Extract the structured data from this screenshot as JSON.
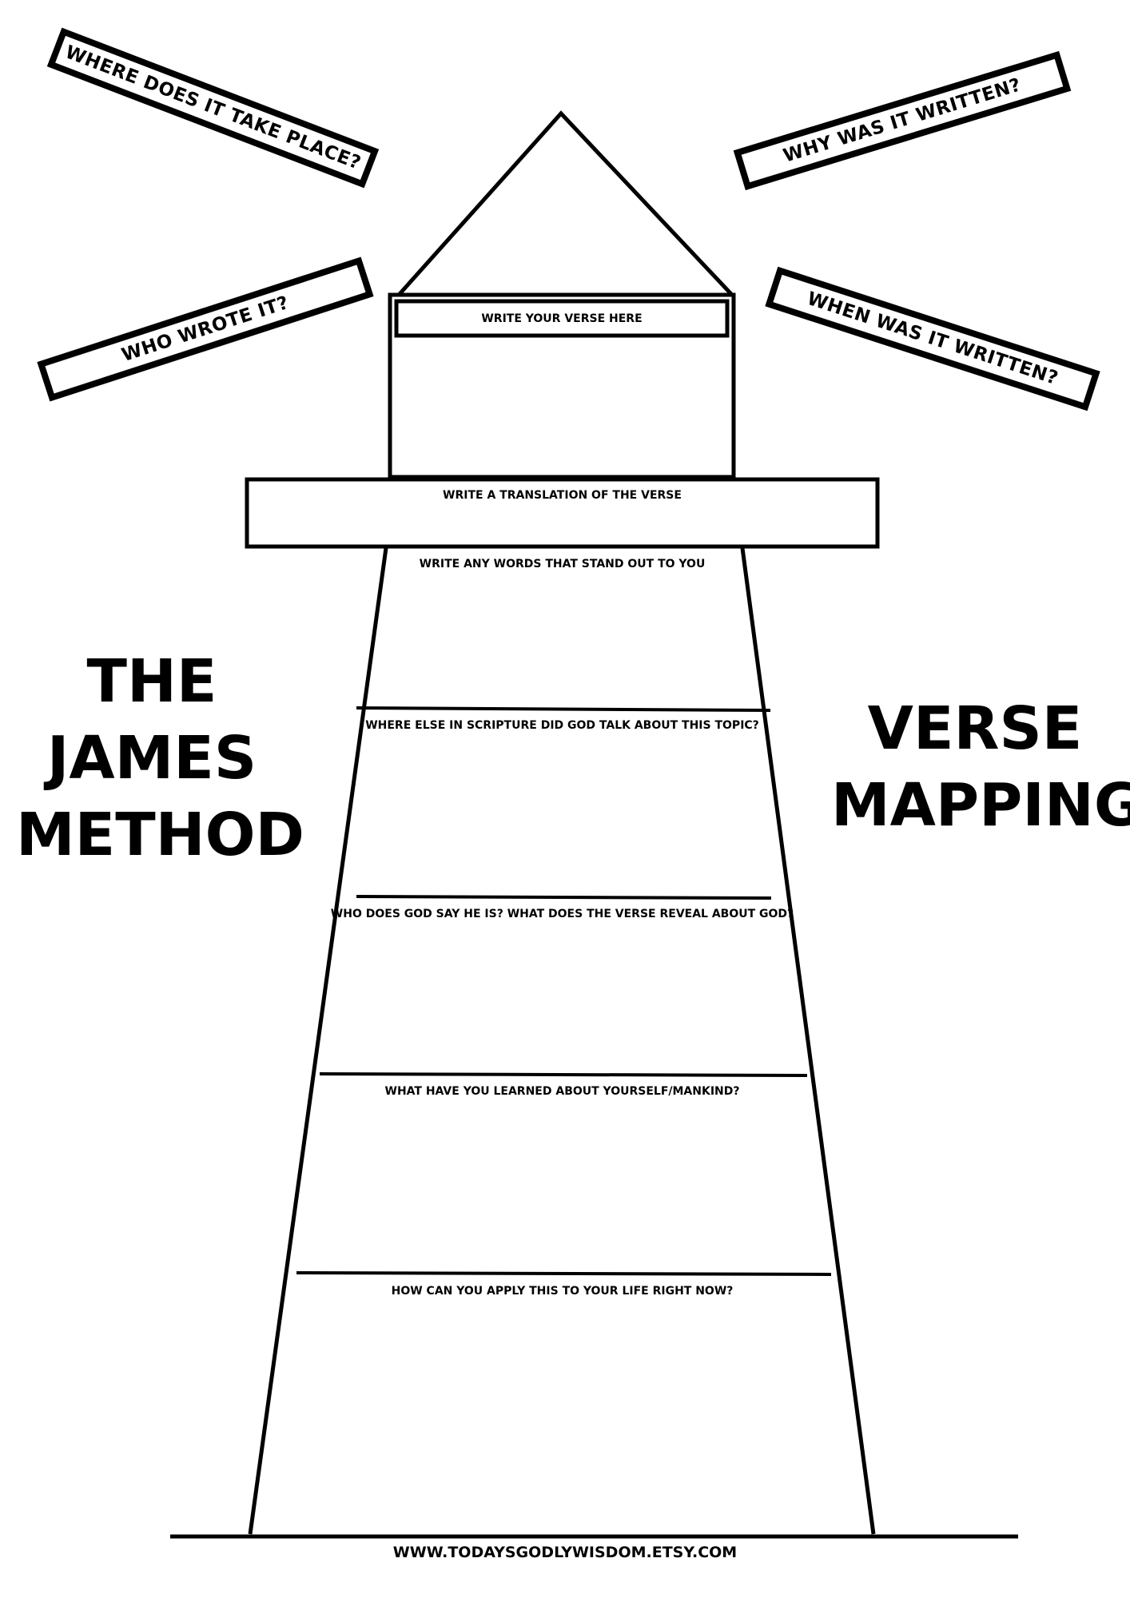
{
  "rays": {
    "where": "WHERE DOES IT TAKE PLACE?",
    "why": "WHY WAS IT WRITTEN?",
    "who": "WHO WROTE IT?",
    "when": "WHEN WAS IT WRITTEN?"
  },
  "sections": {
    "verse": "WRITE YOUR VERSE HERE",
    "translation": "WRITE A TRANSLATION  OF THE VERSE",
    "words": "WRITE ANY WORDS THAT STAND OUT TO YOU",
    "scripture": "WHERE ELSE IN SCRIPTURE DID GOD TALK ABOUT THIS TOPIC?",
    "god": "WHO DOES GOD SAY HE IS? WHAT DOES THE VERSE REVEAL ABOUT GOD?",
    "learned": "WHAT HAVE YOU LEARNED ABOUT YOURSELF/MANKIND?",
    "apply": "HOW CAN YOU APPLY THIS TO YOUR LIFE RIGHT NOW?"
  },
  "title_left": {
    "line1": "THE",
    "line2": "JAMES",
    "line3": "METHOD"
  },
  "title_right": {
    "line1": "VERSE",
    "line2": "MAPPING"
  },
  "footer": "WWW.TODAYSGODLYWISDOM.ETSY.COM"
}
